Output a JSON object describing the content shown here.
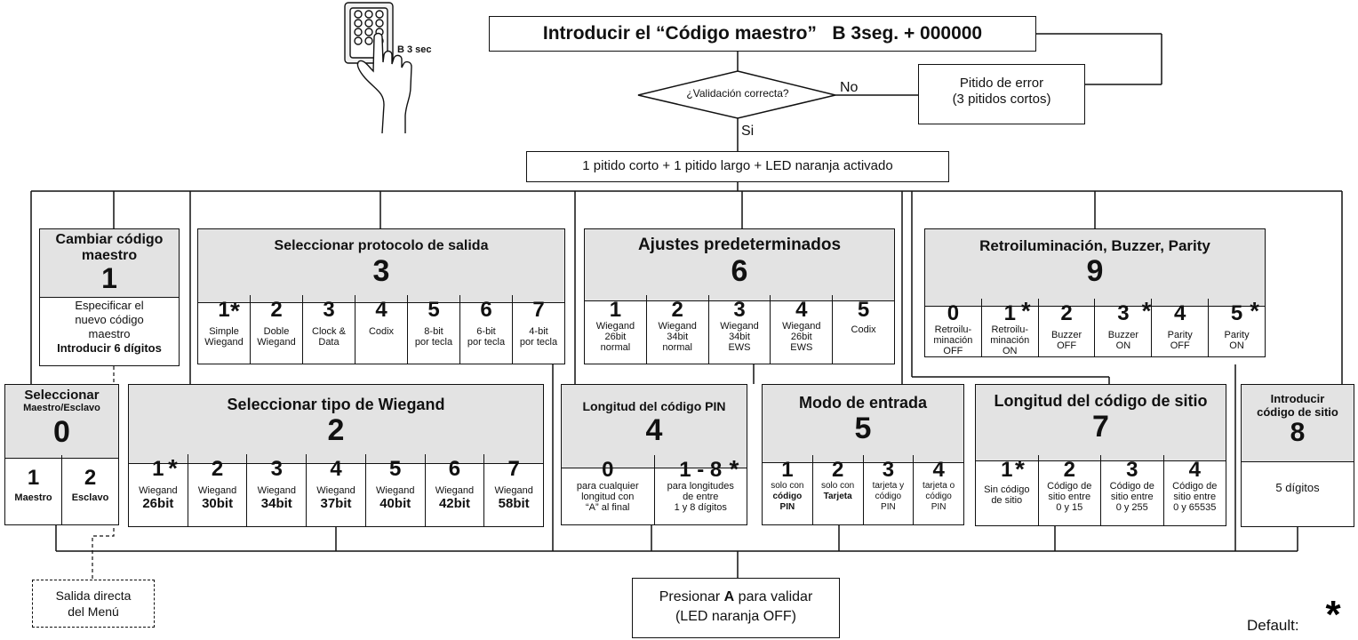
{
  "top": {
    "title": "Introducir el “Código maestro”   B 3seg. + 000000",
    "keypad_label": "B 3 sec",
    "decision": "¿Validación correcta?",
    "no_label": "No",
    "si_label": "Si",
    "error_line1": "Pitido de error",
    "error_line2": "(3 pitidos cortos)",
    "confirm": "1 pitido corto + 1 pitido largo + LED naranja activado"
  },
  "panel1": {
    "title": "Cambiar código maestro",
    "number": "1",
    "line1": "Especificar el",
    "line2": "nuevo código",
    "line3": "maestro",
    "line4": "Introducir 6 dígitos"
  },
  "panel3": {
    "title": "Seleccionar protocolo de salida",
    "number": "3",
    "options": [
      {
        "num": "1",
        "l1": "Simple",
        "l2": "Wiegand",
        "star": true
      },
      {
        "num": "2",
        "l1": "Doble",
        "l2": "Wiegand"
      },
      {
        "num": "3",
        "l1": "Clock &",
        "l2": "Data"
      },
      {
        "num": "4",
        "l1": "Codix",
        "l2": ""
      },
      {
        "num": "5",
        "l1": "8-bit",
        "l2": "por tecla"
      },
      {
        "num": "6",
        "l1": "6-bit",
        "l2": "por tecla"
      },
      {
        "num": "7",
        "l1": "4-bit",
        "l2": "por tecla"
      }
    ]
  },
  "panel6": {
    "title": "Ajustes predeterminados",
    "number": "6",
    "options": [
      {
        "num": "1",
        "l1": "Wiegand",
        "l2": "26bit",
        "l3": "normal"
      },
      {
        "num": "2",
        "l1": "Wiegand",
        "l2": "34bit",
        "l3": "normal"
      },
      {
        "num": "3",
        "l1": "Wiegand",
        "l2": "34bit",
        "l3": "EWS"
      },
      {
        "num": "4",
        "l1": "Wiegand",
        "l2": "26bit",
        "l3": "EWS"
      },
      {
        "num": "5",
        "l1": "Codix",
        "l2": "",
        "l3": ""
      }
    ]
  },
  "panel9": {
    "title": "Retroiluminación, Buzzer, Parity",
    "number": "9",
    "options": [
      {
        "num": "0",
        "l1": "Retroilu-",
        "l2": "minación",
        "l3": "OFF"
      },
      {
        "num": "1",
        "l1": "Retroilu-",
        "l2": "minación",
        "l3": "ON",
        "star": true
      },
      {
        "num": "2",
        "l1": "Buzzer",
        "l2": "OFF",
        "l3": ""
      },
      {
        "num": "3",
        "l1": "Buzzer",
        "l2": "ON",
        "l3": "",
        "star": true
      },
      {
        "num": "4",
        "l1": "Parity",
        "l2": "OFF",
        "l3": ""
      },
      {
        "num": "5",
        "l1": "Parity",
        "l2": "ON",
        "l3": "",
        "star": true
      }
    ]
  },
  "panel0": {
    "title": "Seleccionar",
    "subtitle": "Maestro/Esclavo",
    "number": "0",
    "options": [
      {
        "num": "1",
        "l1": "Maestro"
      },
      {
        "num": "2",
        "l1": "Esclavo"
      }
    ]
  },
  "panel2": {
    "title": "Seleccionar tipo de Wiegand",
    "number": "2",
    "options": [
      {
        "num": "1",
        "l1": "Wiegand",
        "l2": "26bit",
        "star": true
      },
      {
        "num": "2",
        "l1": "Wiegand",
        "l2": "30bit"
      },
      {
        "num": "3",
        "l1": "Wiegand",
        "l2": "34bit"
      },
      {
        "num": "4",
        "l1": "Wiegand",
        "l2": "37bit"
      },
      {
        "num": "5",
        "l1": "Wiegand",
        "l2": "40bit"
      },
      {
        "num": "6",
        "l1": "Wiegand",
        "l2": "42bit"
      },
      {
        "num": "7",
        "l1": "Wiegand",
        "l2": "58bit"
      }
    ]
  },
  "panel4": {
    "title": "Longitud del código PIN",
    "number": "4",
    "options": [
      {
        "num": "0",
        "l1": "para cualquier",
        "l2": "longitud con",
        "l3": "“A” al final"
      },
      {
        "num": "1 - 8",
        "l1": "para longitudes",
        "l2": "de entre",
        "l3": "1 y 8 dígitos",
        "star": true
      }
    ]
  },
  "panel5": {
    "title": "Modo de entrada",
    "number": "5",
    "options": [
      {
        "num": "1",
        "l1": "solo con",
        "l2": "código",
        "l3": "PIN"
      },
      {
        "num": "2",
        "l1": "solo con",
        "l2": "Tarjeta",
        "l3": ""
      },
      {
        "num": "3",
        "l1": "tarjeta y",
        "l2": "código",
        "l3": "PIN"
      },
      {
        "num": "4",
        "l1": "tarjeta o",
        "l2": "código",
        "l3": "PIN"
      }
    ]
  },
  "panel7": {
    "title": "Longitud del código de sitio",
    "number": "7",
    "options": [
      {
        "num": "1",
        "l1": "Sin código",
        "l2": "de sitio",
        "l3": "",
        "star": true
      },
      {
        "num": "2",
        "l1": "Código de",
        "l2": "sitio entre",
        "l3": "0 y 15"
      },
      {
        "num": "3",
        "l1": "Código de",
        "l2": "sitio entre",
        "l3": "0 y 255"
      },
      {
        "num": "4",
        "l1": "Código de",
        "l2": "sitio entre",
        "l3": "0 y 65535"
      }
    ]
  },
  "panel8": {
    "title": "Introducir",
    "title2": "código de sitio",
    "number": "8",
    "body": "5 dígitos"
  },
  "bottom": {
    "exit_line1": "Salida directa",
    "exit_line2": "del Menú",
    "validate_pre": "Presionar ",
    "validate_key": "A",
    "validate_post": " para validar",
    "validate_line2": "(LED naranja OFF)",
    "default_label": "Default:",
    "default_symbol": "*"
  }
}
